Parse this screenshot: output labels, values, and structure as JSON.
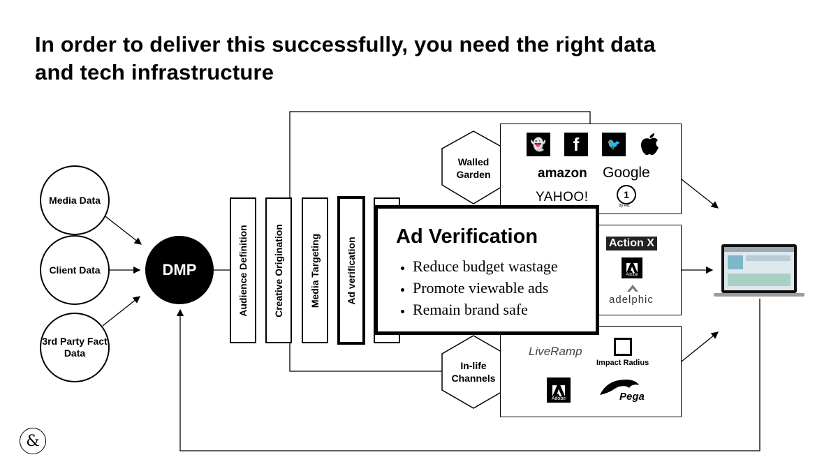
{
  "title": "In order to deliver this successfully, you need the right data and tech infrastructure",
  "sources": [
    "Media Data",
    "Client Data",
    "3rd Party Fact Data"
  ],
  "hub": "DMP",
  "stages": [
    "Audience Definition",
    "Creative Origination",
    "Media Targeting",
    "Ad verification"
  ],
  "callout": {
    "heading": "Ad Verification",
    "bullets": [
      "Reduce budget wastage",
      "Promote viewable ads",
      "Remain brand safe"
    ]
  },
  "walled_garden": {
    "label_line1": "Walled",
    "label_line2": "Garden",
    "logos": [
      "snapchat-icon",
      "facebook-icon",
      "twitter-icon",
      "apple-icon",
      "amazon",
      "Google",
      "YAHOO!",
      "by Ad."
    ],
    "amazon": "amazon",
    "google": "Google",
    "yahoo": "YAHOO!",
    "one": "1",
    "one_sub": "by Ad."
  },
  "middle_panel": {
    "actionx": "Action X",
    "adobe": "Adobe",
    "adelphic": "adelphic"
  },
  "in_life": {
    "label_line1": "In-life",
    "label_line2": "Channels",
    "liveramp": "LiveRamp",
    "impact": "Impact Radius",
    "adobe": "Adobe",
    "pega": "Pega"
  },
  "footer_logo": "&"
}
